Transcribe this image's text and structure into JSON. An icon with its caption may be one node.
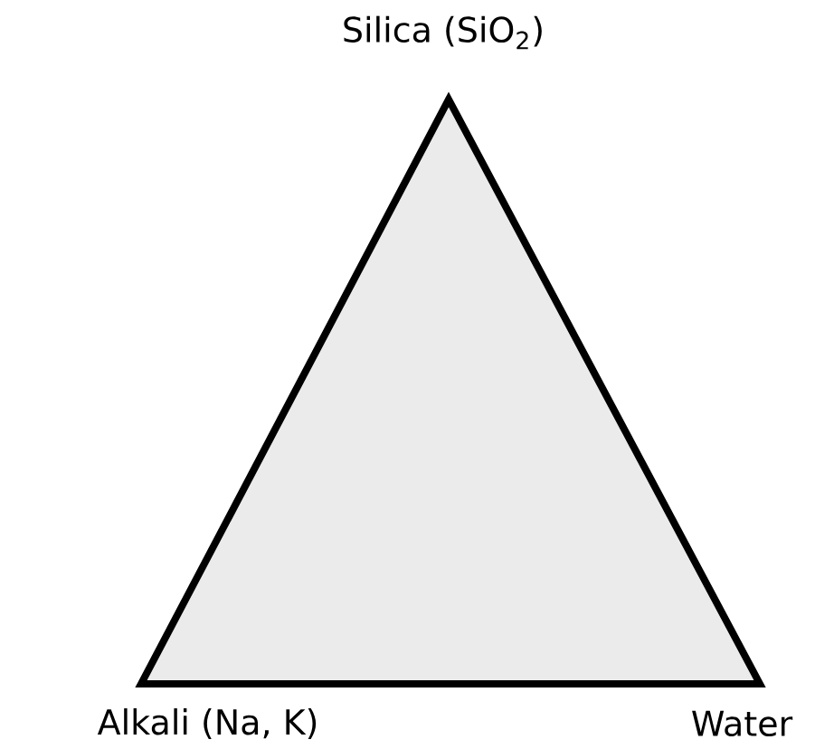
{
  "diagram": {
    "nodes": [
      {
        "text": [],
        "shape": "triangle"
      }
    ],
    "labels": [
      "Silica (SiO$_{2}$)",
      "Alkali (Na, K)",
      "Water"
    ]
  }
}
